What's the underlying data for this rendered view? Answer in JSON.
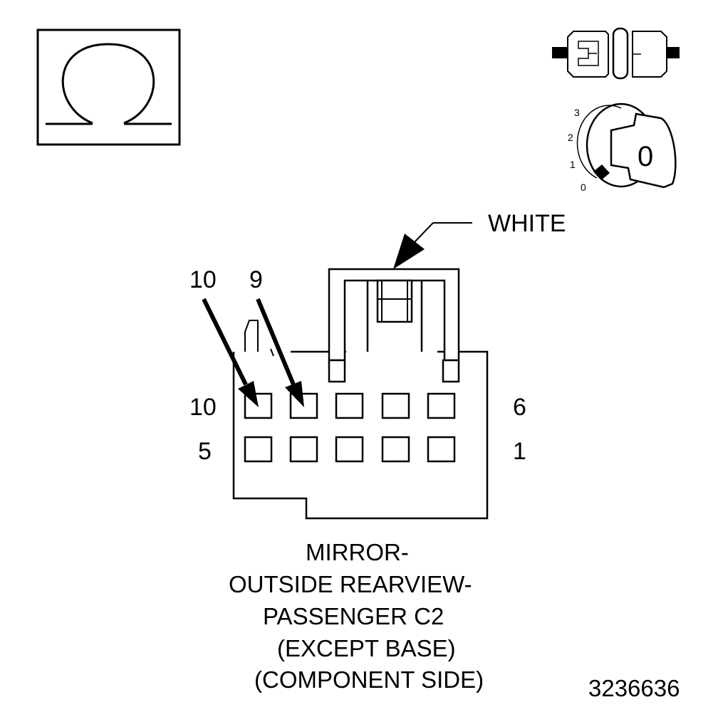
{
  "connector_color_label": "WHITE",
  "pointer_labels": {
    "pin_a": "10",
    "pin_b": "9"
  },
  "row_labels": {
    "top_left": "10",
    "top_right": "6",
    "bottom_left": "5",
    "bottom_right": "1"
  },
  "ignition_positions": [
    "3",
    "2",
    "1",
    "0"
  ],
  "ignition_key_label": "0",
  "caption_lines": [
    "MIRROR-",
    "OUTSIDE REARVIEW-",
    "PASSENGER C2",
    "(EXCEPT BASE)",
    "(COMPONENT SIDE)"
  ],
  "figure_number": "3236636",
  "icons": {
    "ohmmeter": "ohm-symbol-icon",
    "connector": "disconnected-connector-icon",
    "ignition": "ignition-key-off-icon"
  }
}
